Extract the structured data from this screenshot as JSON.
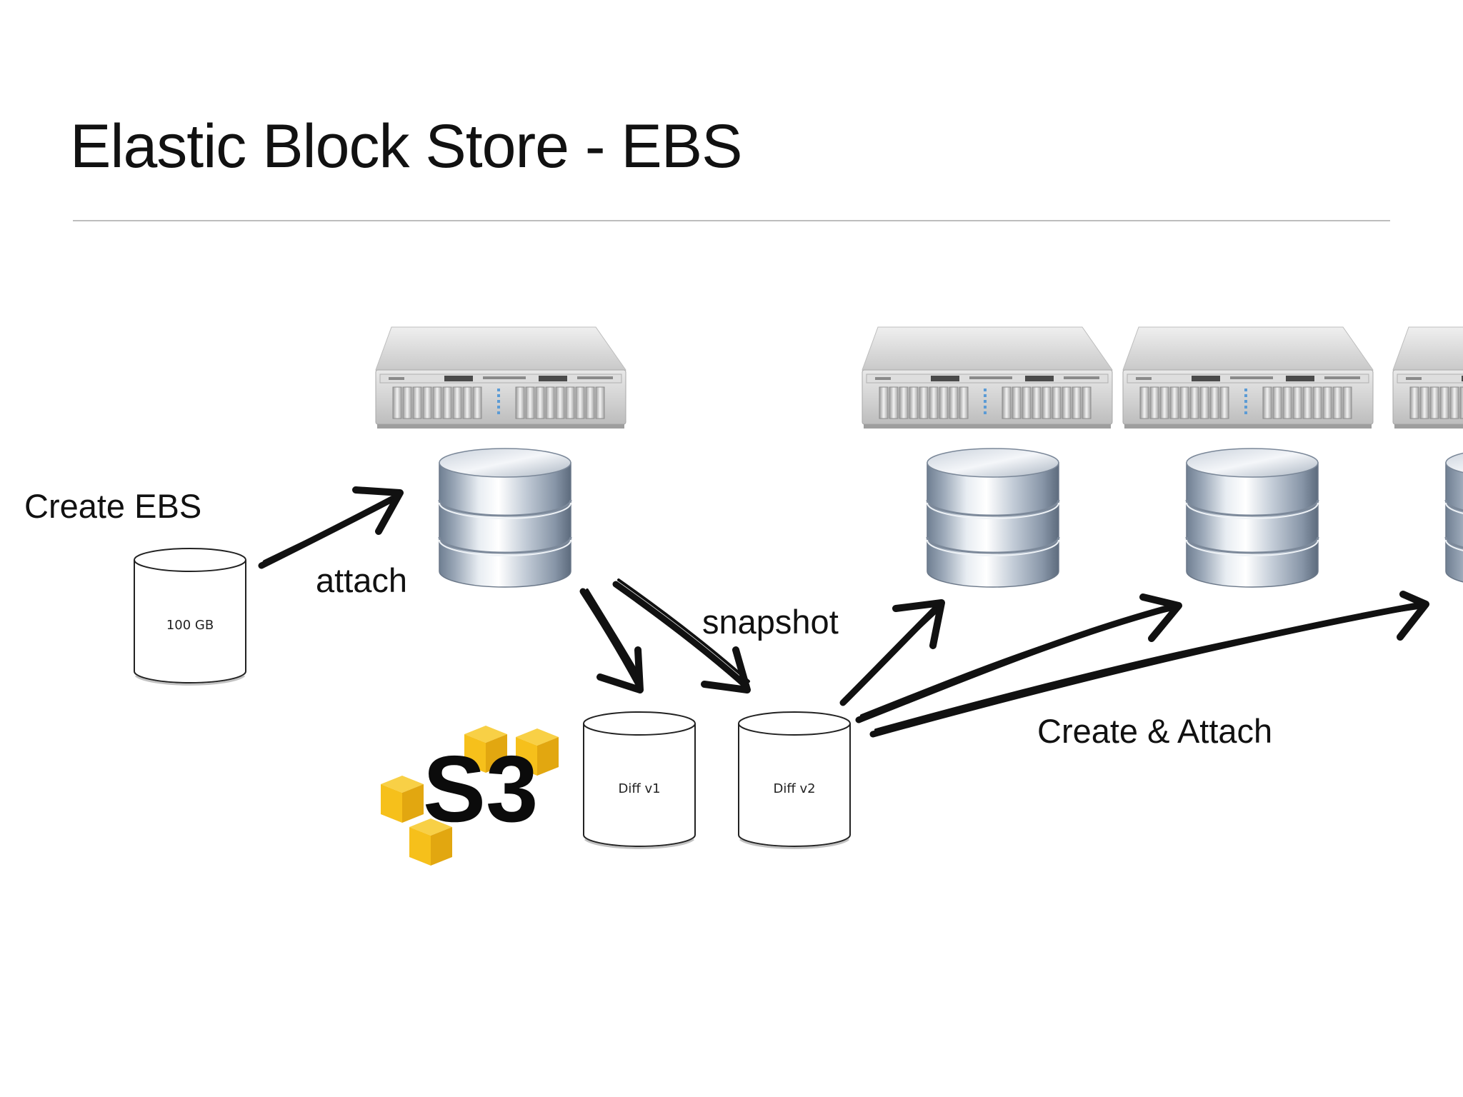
{
  "slide": {
    "title": "Elastic Block Store - EBS"
  },
  "labels": {
    "create_ebs": "Create EBS",
    "attach": "attach",
    "snapshot": "snapshot",
    "create_attach": "Create & Attach"
  },
  "volumes": {
    "source": "100 GB",
    "diff_v1": "Diff v1",
    "diff_v2": "Diff v2"
  },
  "s3_logo": {
    "text": "S3",
    "cube_color": "#f6c01b"
  },
  "colors": {
    "arrow": "#111111",
    "rule": "#bdbdbd"
  },
  "icons": {
    "server": "rack-server-icon",
    "database": "database-icon",
    "volume": "cylinder-volume-icon",
    "storage": "s3-logo"
  }
}
